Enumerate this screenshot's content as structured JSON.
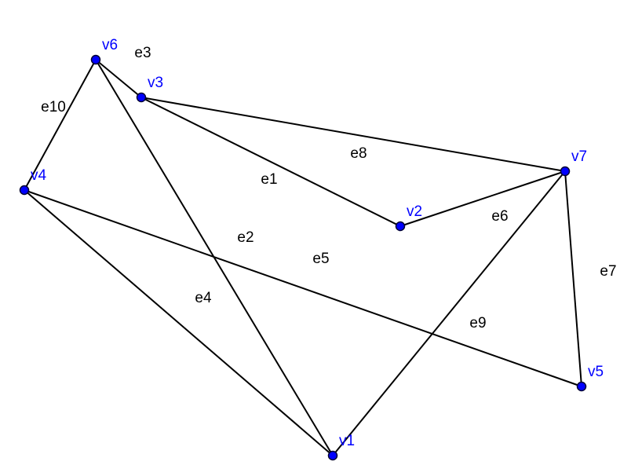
{
  "colors": {
    "vertex_fill": "#0000ff",
    "vertex_stroke": "#000033",
    "vertex_label": "#0000ff",
    "edge": "#000000"
  },
  "vertices": [
    {
      "id": "v1",
      "label": "v1"
    },
    {
      "id": "v2",
      "label": "v2"
    },
    {
      "id": "v3",
      "label": "v3"
    },
    {
      "id": "v4",
      "label": "v4"
    },
    {
      "id": "v5",
      "label": "v5"
    },
    {
      "id": "v6",
      "label": "v6"
    },
    {
      "id": "v7",
      "label": "v7"
    }
  ],
  "edges": [
    {
      "label": "e1",
      "from": "v3",
      "to": "v2"
    },
    {
      "label": "e2",
      "from": "v6",
      "to": "v1"
    },
    {
      "label": "e3",
      "from": "v6",
      "to": "v3"
    },
    {
      "label": "e4",
      "from": "v4",
      "to": "v1"
    },
    {
      "label": "e5",
      "from": "v4",
      "to": "v5"
    },
    {
      "label": "e6",
      "from": "v2",
      "to": "v7"
    },
    {
      "label": "e7",
      "from": "v7",
      "to": "v5"
    },
    {
      "label": "e8",
      "from": "v3",
      "to": "v7"
    },
    {
      "label": "e9",
      "from": "v7",
      "to": "v1"
    },
    {
      "label": "e10",
      "from": "v6",
      "to": "v4"
    }
  ]
}
